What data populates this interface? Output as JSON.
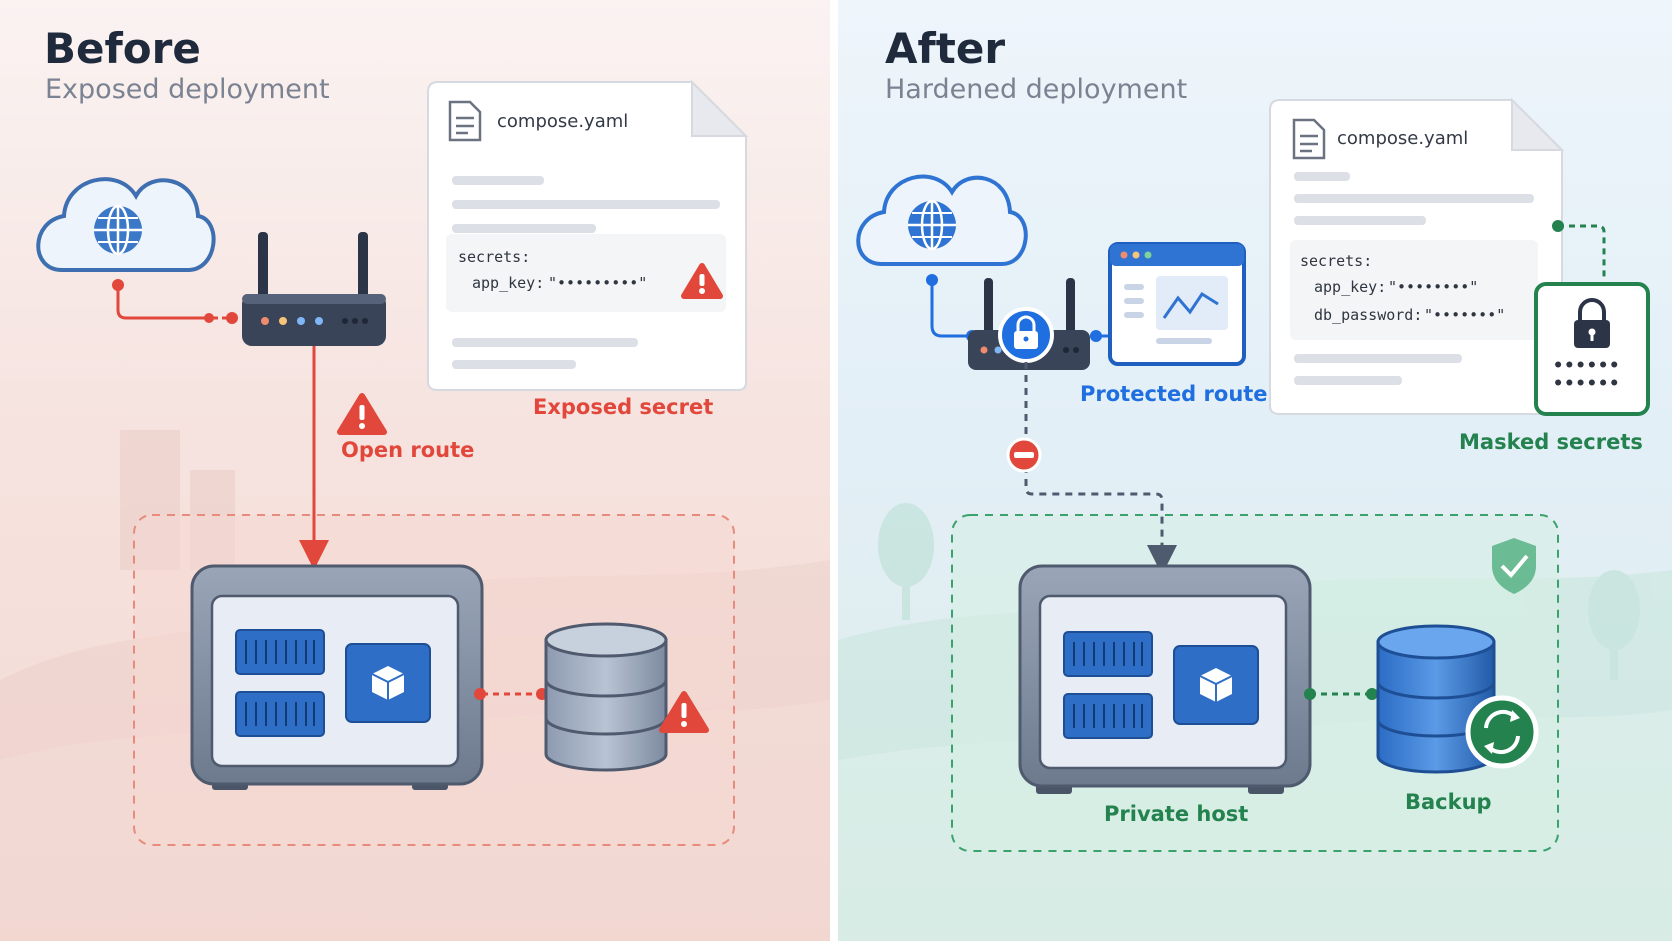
{
  "before": {
    "title": "Before",
    "subtitle": "Exposed deployment",
    "file_name": "compose.yaml",
    "secrets_header": "secrets:",
    "secret_line_key": "app_key:",
    "secret_line_value": "\"•••••••••\"",
    "labels": {
      "open_route": "Open route",
      "exposed_secret": "Exposed secret"
    }
  },
  "after": {
    "title": "After",
    "subtitle": "Hardened deployment",
    "file_name": "compose.yaml",
    "secrets_header": "secrets:",
    "secret_line1_key": "app_key:",
    "secret_line1_value": "\"••••••••\"",
    "secret_line2_key": "db_password:",
    "secret_line2_value": "\"•••••••\"",
    "vault_dots": [
      "••••••",
      "••••••"
    ],
    "labels": {
      "protected_route": "Protected route",
      "masked_secrets": "Masked secrets",
      "private_host": "Private host",
      "backup": "Backup"
    }
  },
  "colors": {
    "danger": "#e1483b",
    "protected": "#1f6fe0",
    "safe": "#23824e"
  },
  "icons": [
    "cloud-globe-icon",
    "router-icon",
    "document-icon",
    "warning-icon",
    "container-icon",
    "cube-icon",
    "database-icon",
    "lock-icon",
    "stop-icon",
    "shield-check-icon",
    "sync-icon",
    "dashboard-icon"
  ]
}
